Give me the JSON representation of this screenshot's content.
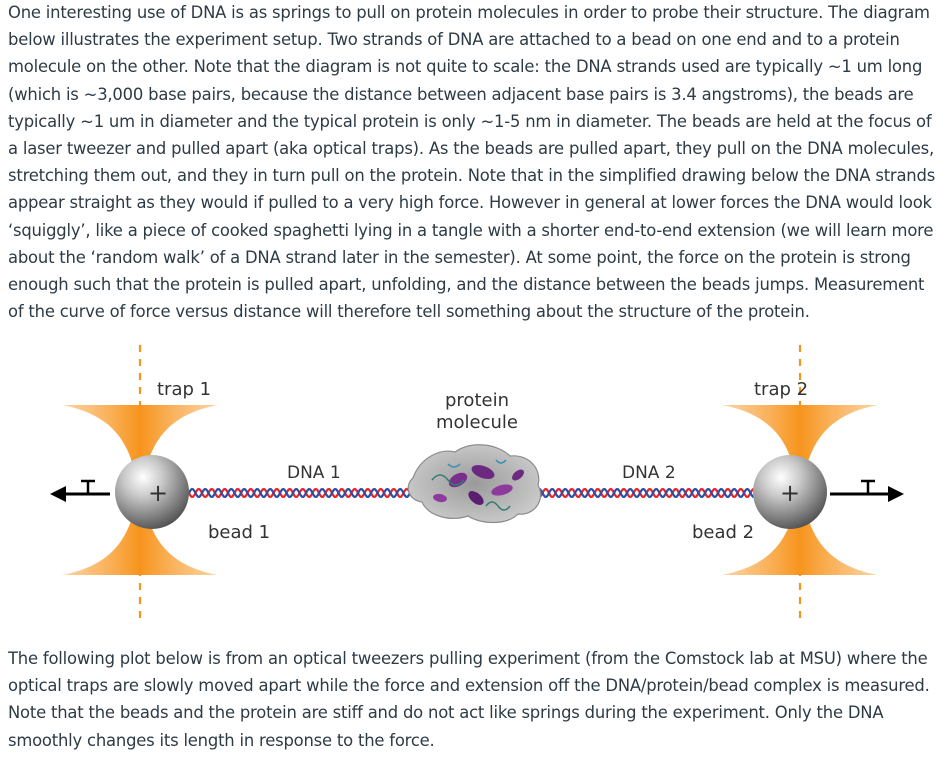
{
  "intro_paragraph": "One interesting use of DNA is as springs to pull on protein molecules in order to probe their structure. The diagram below illustrates the experiment setup. Two strands of DNA are attached to a bead on one end and to a protein molecule on the other. Note that the diagram is not quite to scale: the DNA strands used are typically ~1 um long (which is ~3,000 base pairs, because the distance between adjacent base pairs is 3.4 angstroms), the beads are typically ~1 um in diameter and the typical protein is only ~1-5 nm in diameter. The beads are held at the focus of a laser tweezer and pulled apart (aka optical traps). As the beads are pulled apart, they pull on the DNA molecules, stretching them out, and they in turn pull on the protein. Note that in the simplified drawing below the DNA strands appear straight as they would if pulled to a very high force. However in general at lower forces the DNA would look ‘squiggly’, like a piece of cooked spaghetti lying in a tangle with a shorter end-to-end extension (we will learn more about the ‘random walk’ of a DNA strand later in the semester). At some point, the force on the protein is strong enough such that the protein is pulled apart, unfolding, and the distance between the beads jumps. Measurement of the curve of force versus distance will therefore tell something about the structure of the protein.",
  "diagram": {
    "trap1_label": "trap 1",
    "trap2_label": "trap 2",
    "protein_label_line1": "protein",
    "protein_label_line2": "molecule",
    "dna1_label": "DNA 1",
    "dna2_label": "DNA 2",
    "bead1_label": "bead 1",
    "bead2_label": "bead 2",
    "tension_left": "T",
    "tension_right": "T",
    "bead1_symbol": "+",
    "bead2_symbol": "+",
    "colors": {
      "trap_orange": "#f7941d",
      "dna_red": "#e8232a",
      "dna_blue": "#2d4fa3",
      "protein_purple": "#7a2d8c",
      "bead_gray": "#8a8a8a"
    }
  },
  "followup_paragraph": "The following plot below is from an optical tweezers pulling experiment (from the Comstock lab at MSU) where the optical traps are slowly moved apart while the force and extension off the DNA/protein/bead complex is measured. Note that the beads and the protein are stiff and do not act like springs during the experiment. Only the DNA smoothly changes its length in response to the force."
}
